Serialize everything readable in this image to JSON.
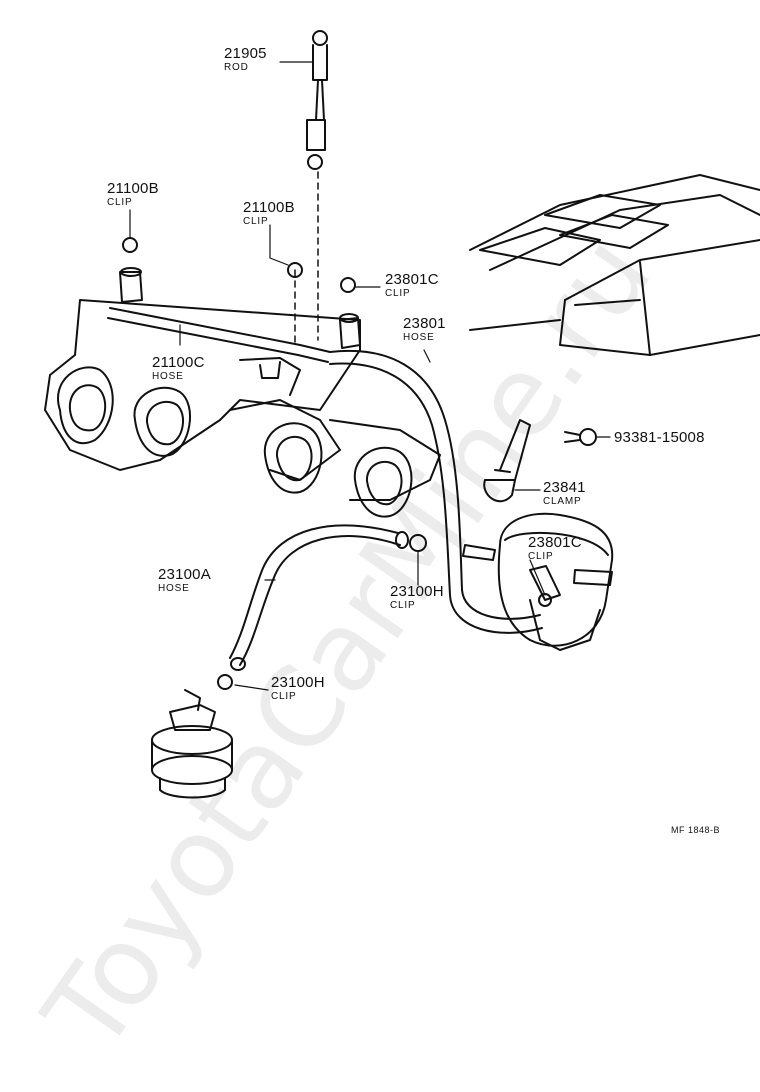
{
  "watermark": "ToyotaCarMine.ru",
  "diagram_code": "MF  1848-B",
  "parts": [
    {
      "id": "rod-21905",
      "number": "21905",
      "name": "ROD"
    },
    {
      "id": "clip-21100b-left",
      "number": "21100B",
      "name": "CLIP"
    },
    {
      "id": "clip-21100b-mid",
      "number": "21100B",
      "name": "CLIP"
    },
    {
      "id": "clip-23801c-top",
      "number": "23801C",
      "name": "CLIP"
    },
    {
      "id": "hose-23801",
      "number": "23801",
      "name": "HOSE"
    },
    {
      "id": "hose-21100c",
      "number": "21100C",
      "name": "HOSE"
    },
    {
      "id": "bolt-93381",
      "number": "93381-15008",
      "name": ""
    },
    {
      "id": "clamp-23841",
      "number": "23841",
      "name": "CLAMP"
    },
    {
      "id": "clip-23801c-pump",
      "number": "23801C",
      "name": "CLIP"
    },
    {
      "id": "hose-23100a",
      "number": "23100A",
      "name": "HOSE"
    },
    {
      "id": "clip-23100h-mid",
      "number": "23100H",
      "name": "CLIP"
    },
    {
      "id": "clip-23100h-low",
      "number": "23100H",
      "name": "CLIP"
    }
  ]
}
